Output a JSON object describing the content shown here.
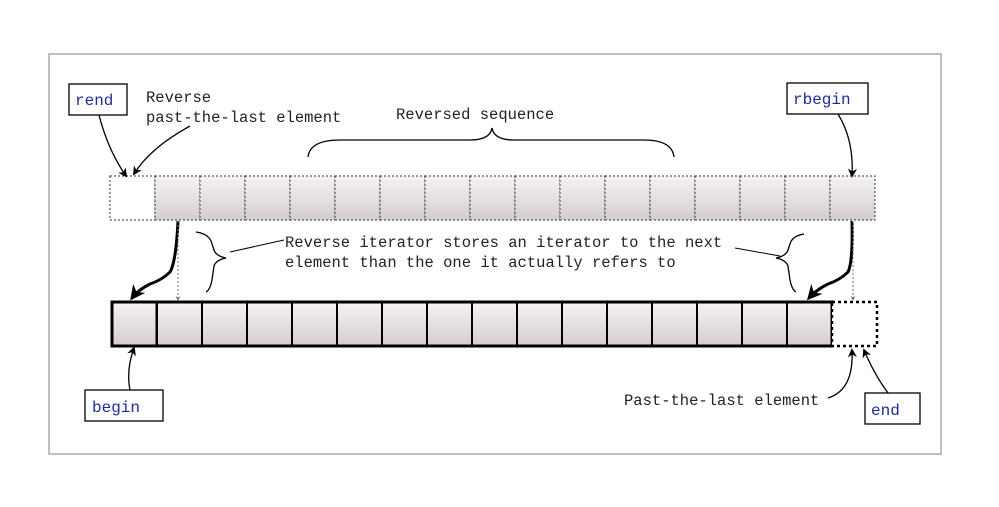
{
  "labels": {
    "rend": "rend",
    "rbegin": "rbegin",
    "begin": "begin",
    "end": "end"
  },
  "annotations": {
    "reverse_past_line1": "Reverse",
    "reverse_past_line2": "past-the-last element",
    "reversed_sequence": "Reversed sequence",
    "note_line1": "Reverse iterator stores an iterator to the next",
    "note_line2": "element than the one it actually refers to",
    "past_the_last": "Past-the-last element"
  },
  "colors": {
    "label_text": "#1f2b9b",
    "cell_top": "#f4f2f2",
    "cell_bottom": "#d8d0d0",
    "frame": "#aaaaaa"
  },
  "sequence": {
    "element_cells": 16
  }
}
